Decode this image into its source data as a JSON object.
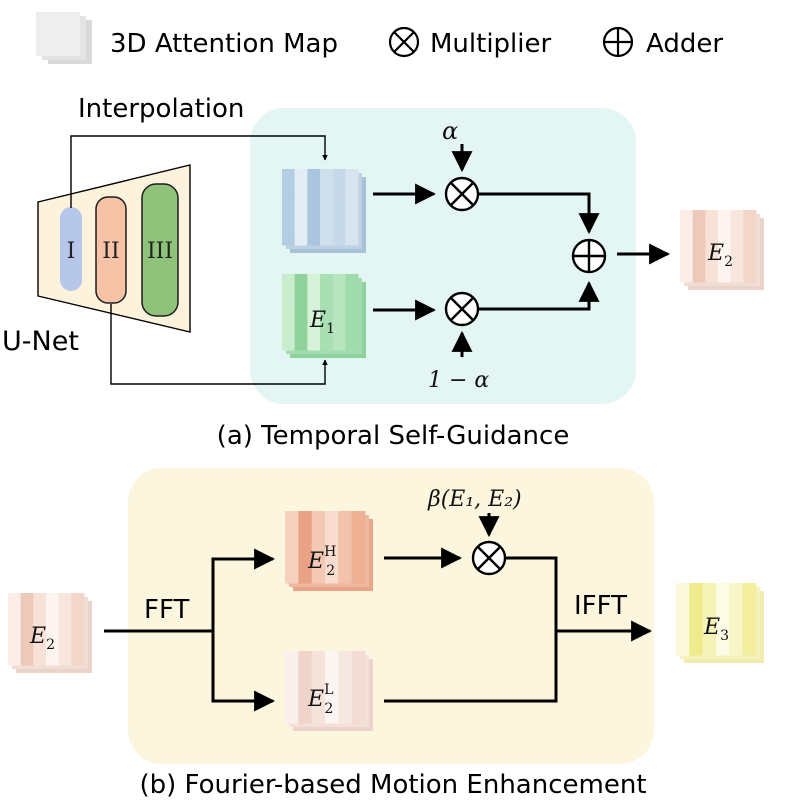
{
  "legend": {
    "attention_map": "3D Attention Map",
    "multiplier": "Multiplier",
    "adder": "Adder"
  },
  "panel_a": {
    "caption": "(a) Temporal Self-Guidance",
    "interpolation_label": "Interpolation",
    "unet_label": "U-Net",
    "blocks": [
      "I",
      "II",
      "III"
    ],
    "alpha_label": "α",
    "one_minus_alpha_label": "1 − α",
    "e1_base": "E",
    "e1_sub": "1",
    "e2_base": "E",
    "e2_sub": "2"
  },
  "panel_b": {
    "caption": "(b) Fourier-based Motion Enhancement",
    "input_base": "E",
    "input_sub": "2",
    "fft_label": "FFT",
    "ifft_label": "IFFT",
    "beta_label": "β(E₁, E₂)",
    "high_base": "E",
    "high_sub": "2",
    "high_sup": "H",
    "low_base": "E",
    "low_sub": "2",
    "low_sup": "L",
    "output_base": "E",
    "output_sub": "3"
  },
  "colors": {
    "panel_a_bg": "#e3f6f3",
    "panel_b_bg": "#fbf6dd",
    "block_I": "#b7c7ea",
    "block_II": "#f6c3a7",
    "block_III": "#8fc37a",
    "unet_fill": "#fdf3dd"
  }
}
